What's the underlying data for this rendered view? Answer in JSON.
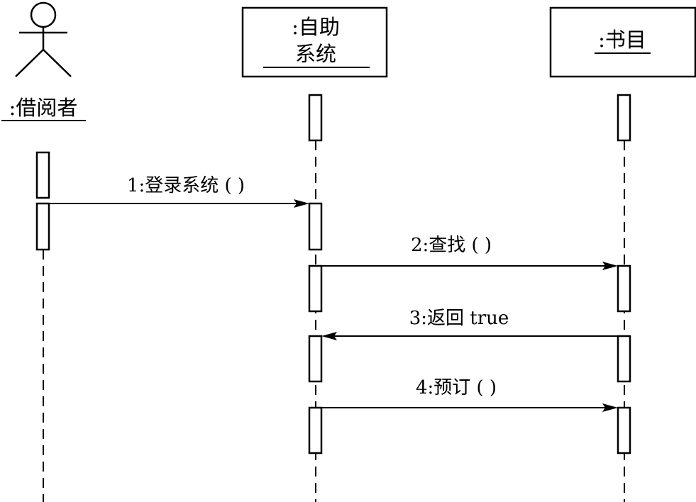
{
  "diagram": {
    "type": "uml-sequence",
    "participants": [
      {
        "id": "reader",
        "kind": "actor",
        "label": ":借阅者"
      },
      {
        "id": "system",
        "kind": "object",
        "label_line1": ":自助",
        "label_line2": "系统"
      },
      {
        "id": "catalog",
        "kind": "object",
        "label": ":书目"
      }
    ],
    "messages": [
      {
        "label": "1:登录系统 ( )",
        "from": "reader",
        "to": "system"
      },
      {
        "label": "2:查找 ( )",
        "from": "system",
        "to": "catalog"
      },
      {
        "label": "3:返回 true",
        "from": "catalog",
        "to": "system"
      },
      {
        "label": "4:预订 ( )",
        "from": "system",
        "to": "catalog"
      }
    ],
    "colors": {
      "line": "#000000",
      "background": "#ffffff"
    }
  }
}
